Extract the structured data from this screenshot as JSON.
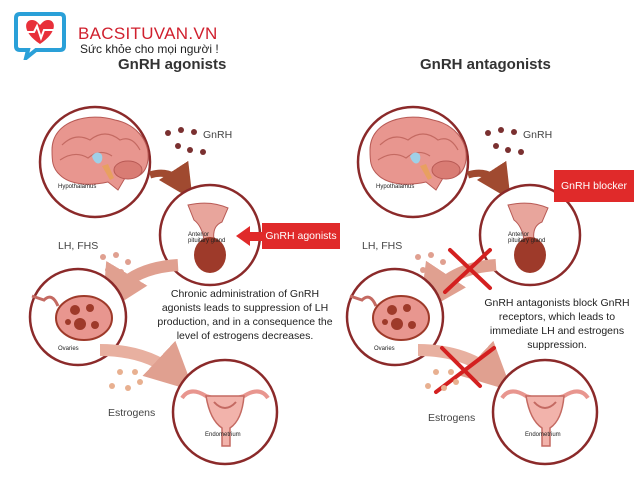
{
  "brand": {
    "name": "BACSITUVAN.VN",
    "tagline": "Sức khỏe cho mọi người !"
  },
  "colors": {
    "circle": "#8b2a2a",
    "brain": "#e8968f",
    "arrow": "#a04a30",
    "red_tag": "#e02a2a",
    "cross": "#d42020",
    "dots": "#7a3030",
    "estrogen_dots": "#e0a080"
  },
  "left": {
    "title": "GnRH agonists",
    "gnrh_label": "GnRH",
    "hypothalamus": "Hypothalamus",
    "pituitary": "Anterior pituitary gland",
    "tag": "GnRH agonists",
    "lh_fhs": "LH, FHS",
    "ovaries": "Ovaries",
    "estrogens": "Estrogens",
    "endometrium": "Endometrium",
    "description": "Chronic administration of GnRH agonists leads to suppression of LH production, and in a consequence the level of estrogens decreases."
  },
  "right": {
    "title": "GnRH antagonists",
    "gnrh_label": "GnRH",
    "hypothalamus": "Hypothalamus",
    "pituitary": "Anterior pituitary gland",
    "tag": "GnRH blocker",
    "lh_fhs": "LH, FHS",
    "ovaries": "Ovaries",
    "estrogens": "Estrogens",
    "endometrium": "Endometrium",
    "description": "GnRH antagonists block GnRH receptors, which leads to immediate LH and estrogens suppression."
  }
}
